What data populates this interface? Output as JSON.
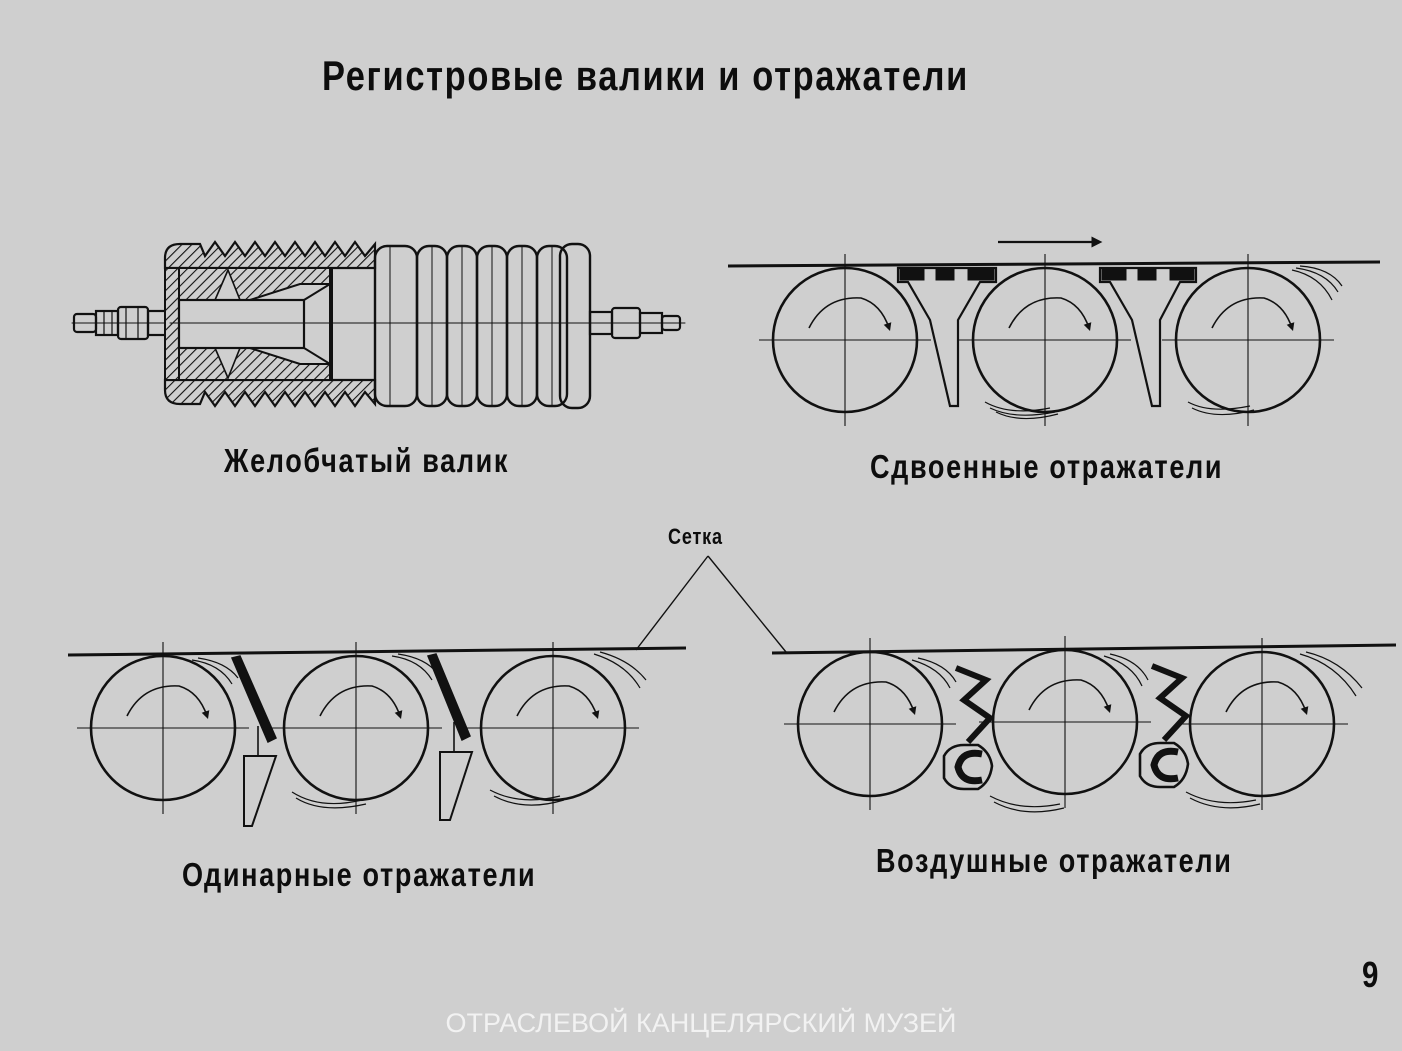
{
  "title": "Регистровые валики и отражатели",
  "labels": {
    "grooved_roll": "Желобчатый валик",
    "double_deflectors": "Сдвоенные отражатели",
    "single_deflectors": "Одинарные отражатели",
    "air_deflectors": "Воздушные отражатели",
    "wire": "Сетка"
  },
  "page_number": "9",
  "watermark": "ОТРАСЛЕВОЙ КАНЦЕЛЯРСКИЙ МУЗЕЙ",
  "colors": {
    "background": "#cfcfcf",
    "ink": "#0d0d0d",
    "watermark": "#f2f2f2"
  }
}
